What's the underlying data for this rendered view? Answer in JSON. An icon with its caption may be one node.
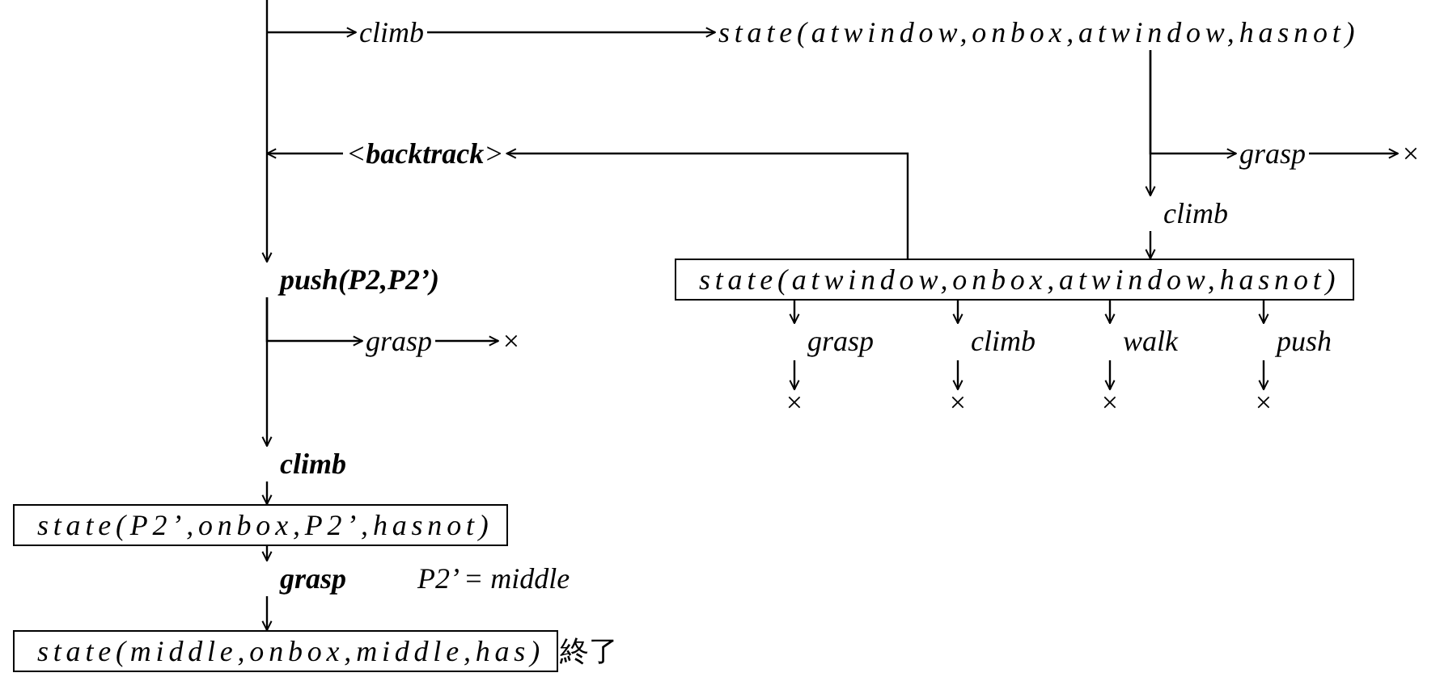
{
  "diagram": {
    "nodes": [
      {
        "text": [
          "climb"
        ]
      },
      {
        "text": [
          "state(atwindow,onbox,atwindow,hasnot)"
        ]
      },
      {
        "text": [
          "grasp"
        ]
      },
      {
        "text": [
          "×"
        ]
      },
      {
        "text": [
          "climb"
        ]
      },
      {
        "text": [
          "state(atwindow,onbox,atwindow,hasnot)"
        ]
      },
      {
        "text": [
          "grasp"
        ]
      },
      {
        "text": [
          "climb"
        ]
      },
      {
        "text": [
          "walk"
        ]
      },
      {
        "text": [
          "push"
        ]
      },
      {
        "text": [
          "×"
        ]
      },
      {
        "text": [
          "×"
        ]
      },
      {
        "text": [
          "×"
        ]
      },
      {
        "text": [
          "×"
        ]
      },
      {
        "text": [
          "<**backtrack**>"
        ]
      },
      {
        "text": [
          "push(P2,P2’)"
        ]
      },
      {
        "text": [
          "grasp"
        ]
      },
      {
        "text": [
          "×"
        ]
      },
      {
        "text": [
          "climb"
        ]
      },
      {
        "text": [
          "state(P2’,onbox,P2’,hasnot)"
        ]
      },
      {
        "text": [
          "grasp"
        ]
      },
      {
        "text": [
          "state(middle,onbox,middle,has)"
        ],
        "beside": [
          "終了"
        ]
      }
    ],
    "edges": [
      {
        "from": null,
        "to": 15,
        "arrow": "to"
      },
      {
        "from": null,
        "to": 0,
        "arrow": "to"
      },
      {
        "from": 0,
        "to": 1,
        "arrow": "to"
      },
      {
        "from": 1,
        "to": 2,
        "arrow": "to"
      },
      {
        "from": 2,
        "to": 3,
        "arrow": "to"
      },
      {
        "from": 1,
        "to": 4,
        "arrow": "to"
      },
      {
        "from": 4,
        "to": 5,
        "arrow": "to"
      },
      {
        "from": 5,
        "to": 6,
        "arrow": "to"
      },
      {
        "from": 5,
        "to": 7,
        "arrow": "to"
      },
      {
        "from": 5,
        "to": 8,
        "arrow": "to"
      },
      {
        "from": 5,
        "to": 9,
        "arrow": "to"
      },
      {
        "from": 6,
        "to": 10,
        "arrow": "to"
      },
      {
        "from": 7,
        "to": 11,
        "arrow": "to"
      },
      {
        "from": 8,
        "to": 12,
        "arrow": "to"
      },
      {
        "from": 9,
        "to": 13,
        "arrow": "to"
      },
      {
        "from": 5,
        "to": 14,
        "arrow": "to"
      },
      {
        "from": 14,
        "to": null,
        "arrow": "to"
      },
      {
        "from": 15,
        "to": 16,
        "arrow": "to"
      },
      {
        "from": 16,
        "to": 17,
        "arrow": "to"
      },
      {
        "from": 15,
        "to": 18,
        "arrow": "to"
      },
      {
        "from": 18,
        "to": 19,
        "arrow": "to"
      },
      {
        "from": 19,
        "to": 20,
        "arrow": "to"
      },
      {
        "from": 20,
        "to": 21,
        "arrow": "to"
      }
    ],
    "labels": [
      "P2’ = middle"
    ]
  }
}
